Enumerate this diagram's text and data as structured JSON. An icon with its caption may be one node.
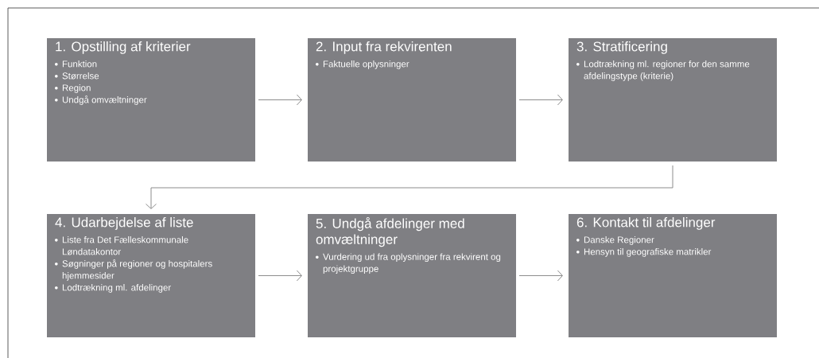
{
  "diagram": {
    "nodes": [
      {
        "text": [
          "1. Opstilling af kriterier",
          "Funktion",
          "Størrelse",
          "Region",
          "Undgå omvæltninger"
        ]
      },
      {
        "text": [
          "2. Input fra rekvirenten",
          "Faktuelle oplysninger"
        ]
      },
      {
        "text": [
          "3. Stratificering",
          "Lodtrækning ml. regioner for den samme afdelingstype (kriterie)"
        ]
      },
      {
        "text": [
          "4. Udarbejdelse af liste",
          "Liste fra Det Fælleskommunale Løndatakontor",
          "Søgninger på regioner og hospitalers hjemmesider",
          "Lodtrækning ml. afdelinger"
        ]
      },
      {
        "text": [
          "5. Undgå afdelinger med omvæltninger",
          "Vurdering ud fra oplysninger fra rekvirent og projektgruppe"
        ]
      },
      {
        "text": [
          "6. Kontakt til afdelinger",
          "Danske Regioner",
          "Hensyn til geografiske matrikler"
        ]
      }
    ],
    "edges": [
      {
        "from": 0,
        "to": 1,
        "arrow": "to"
      },
      {
        "from": 1,
        "to": 2,
        "arrow": "to"
      },
      {
        "from": 2,
        "to": 3,
        "arrow": "to"
      },
      {
        "from": 3,
        "to": 4,
        "arrow": "to"
      },
      {
        "from": 4,
        "to": 5,
        "arrow": "to"
      }
    ]
  }
}
